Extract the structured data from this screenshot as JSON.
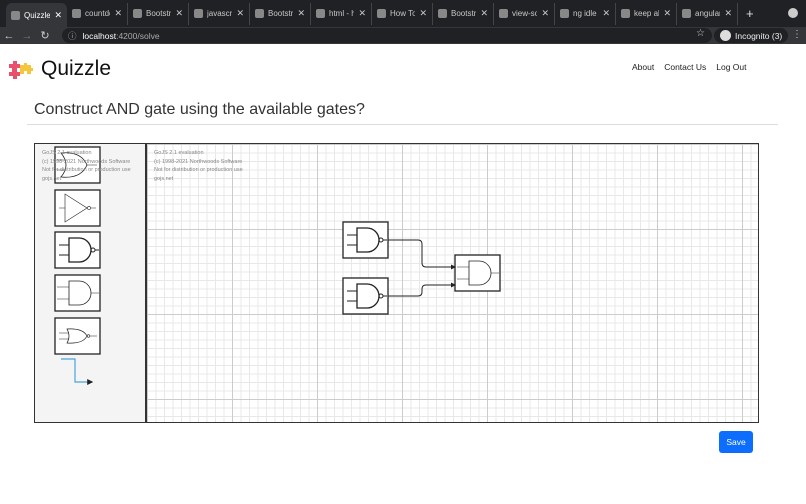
{
  "browser": {
    "tabs": [
      {
        "label": "Quizzle",
        "active": true
      },
      {
        "label": "countdo"
      },
      {
        "label": "Bootstr"
      },
      {
        "label": "javascri"
      },
      {
        "label": "Bootstr"
      },
      {
        "label": "html - h"
      },
      {
        "label": "How To"
      },
      {
        "label": "Bootstr"
      },
      {
        "label": "view-so"
      },
      {
        "label": "ng idle"
      },
      {
        "label": "keep ali"
      },
      {
        "label": "angular"
      }
    ],
    "url_host": "localhost",
    "url_rest": ":4200/solve",
    "profile": "Incognito (3)"
  },
  "header": {
    "brand": "Quizzle",
    "menu": [
      "About",
      "Contact Us",
      "Log Out"
    ]
  },
  "question": "Construct AND gate using the available gates?",
  "watermark": [
    "GoJS 2.1 evaluation",
    "(c) 1998-2021 Northwoods Software",
    "Not for distribution or production use",
    "gojs.net"
  ],
  "palette": [
    "or-gate",
    "not-gate",
    "nand-gate",
    "and-gate",
    "nor-gate",
    "link"
  ],
  "diagram": {
    "nodes": [
      "nand-gate",
      "nand-gate",
      "and-gate"
    ],
    "links": [
      [
        "nand-1",
        "and-1"
      ],
      [
        "nand-2",
        "and-1"
      ]
    ]
  },
  "save_label": "Save",
  "colors": {
    "accent": "#0d6efd",
    "link": "#4aa3df"
  }
}
